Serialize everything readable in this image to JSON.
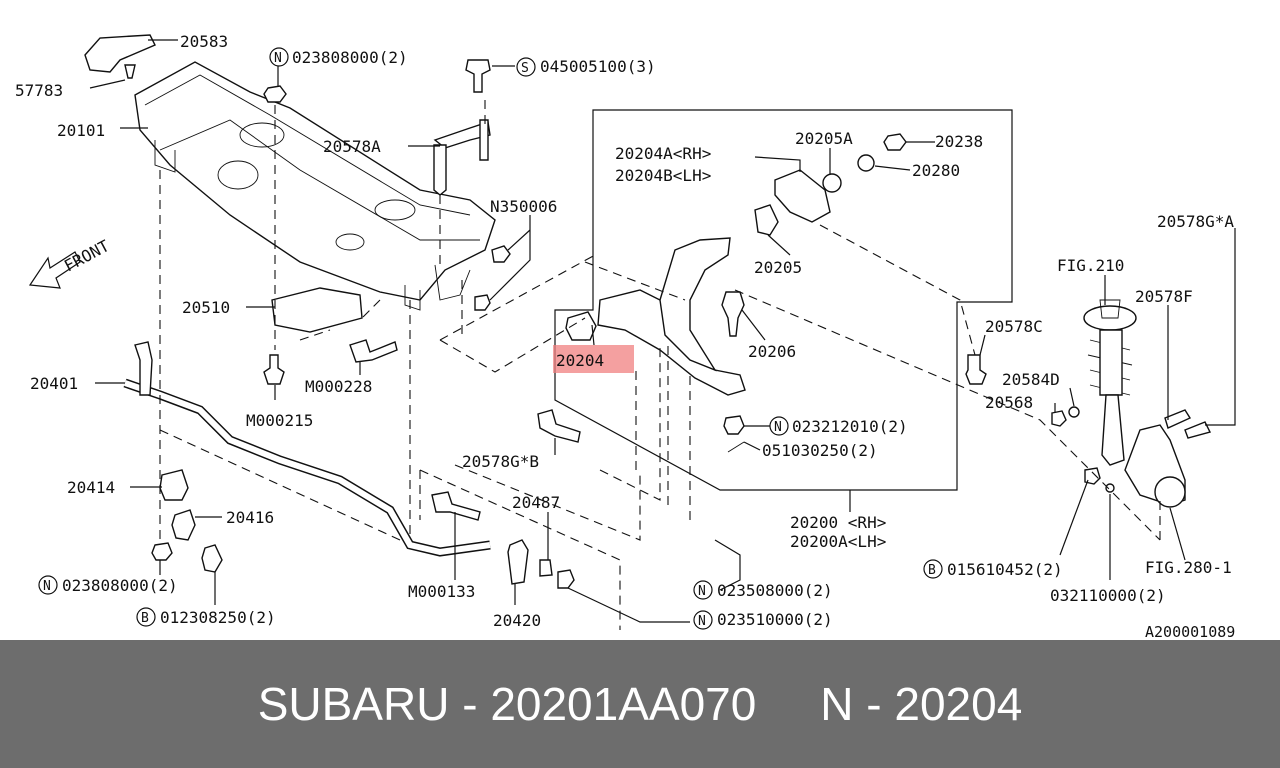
{
  "callouts": {
    "c20583": "20583",
    "c57783": "57783",
    "c20101": "20101",
    "cN0238": "023808000(2)",
    "cS0450": "045005100(3)",
    "c20578A": "20578A",
    "cN350006": "N350006",
    "c20510": "20510",
    "cM000228": "M000228",
    "cM000215": "M000215",
    "c20401": "20401",
    "c20414": "20414",
    "c20416": "20416",
    "cN0238b": "023808000(2)",
    "cB0123": "012308250(2)",
    "cM000133": "M000133",
    "c20420": "20420",
    "c20487": "20487",
    "c20578GB": "20578G*B",
    "c20204A": "20204A<RH>",
    "c20204B": "20204B<LH>",
    "c20205A": "20205A",
    "c20238": "20238",
    "c20280": "20280",
    "c20205": "20205",
    "c20206": "20206",
    "c20204": "20204",
    "cN0232": "023212010(2)",
    "c0510": "051030250(2)",
    "c20578C": "20578C",
    "c20584D": "20584D",
    "c20568": "20568",
    "c20200": "20200 <RH>",
    "c20200A": "20200A<LH>",
    "cN0235a": "023508000(2)",
    "cN0235b": "023510000(2)",
    "c20578GA": "20578G*A",
    "cFIG210": "FIG.210",
    "c20578F": "20578F",
    "cB0156": "015610452(2)",
    "c0321": "032110000(2)",
    "cFIG280": "FIG.280-1",
    "cFront": "FRONT",
    "cRef": "A200001089"
  },
  "prefixes": {
    "n": "N",
    "s": "S",
    "b": "B"
  },
  "highlight": {
    "color": "#f08080"
  },
  "footer": {
    "brand": "SUBARU",
    "sep1": " - ",
    "part_number": "20201AA070",
    "gap": "     ",
    "ref_letter": "N",
    "sep2": " - ",
    "ref_number": "20204"
  }
}
